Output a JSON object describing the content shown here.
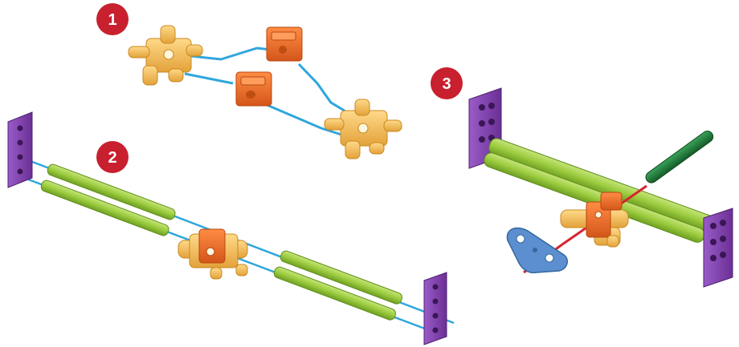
{
  "steps": [
    {
      "number": "1"
    },
    {
      "number": "2"
    },
    {
      "number": "3"
    }
  ],
  "colors": {
    "badge": "#c8202f",
    "connector": "#f2bd55",
    "connector_dark": "#c98a1f",
    "clip": "#ee6a20",
    "clip_dark": "#b8470f",
    "rod": "#9ccc3f",
    "rod_dark": "#5e8f1a",
    "frame": "#7b3ea8",
    "frame_dark": "#4f2273",
    "axle": "#2fa6dc",
    "axle_red": "#d7232f",
    "crank": "#5b8fcf",
    "green_rod": "#1f7f3a"
  },
  "parts": {
    "step1": [
      "yellow-connector",
      "orange-clip",
      "orange-clip",
      "yellow-connector"
    ],
    "step2": [
      "purple-frame",
      "green-rod",
      "green-rod",
      "center-hub",
      "green-rod",
      "green-rod",
      "purple-frame"
    ],
    "step3": [
      "purple-frame",
      "green-rod",
      "center-hub",
      "crank-plate",
      "dark-green-rod",
      "purple-frame"
    ]
  }
}
